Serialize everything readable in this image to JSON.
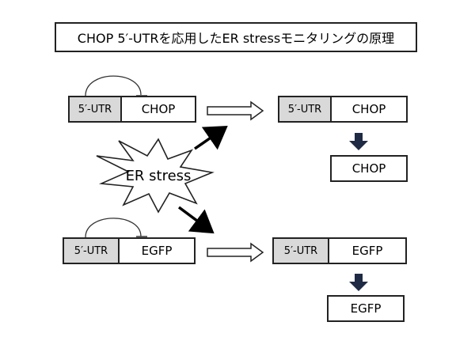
{
  "title": "CHOP 5′-UTRを応用したER stressモニタリングの原理",
  "stress_label": "ER stress",
  "constructs": {
    "chop_before": {
      "utr": "5′-UTR",
      "gene": "CHOP"
    },
    "chop_after": {
      "utr": "5′-UTR",
      "gene": "CHOP"
    },
    "egfp_before": {
      "utr": "5′-UTR",
      "gene": "EGFP"
    },
    "egfp_after": {
      "utr": "5′-UTR",
      "gene": "EGFP"
    }
  },
  "products": {
    "chop": "CHOP",
    "egfp": "EGFP"
  }
}
